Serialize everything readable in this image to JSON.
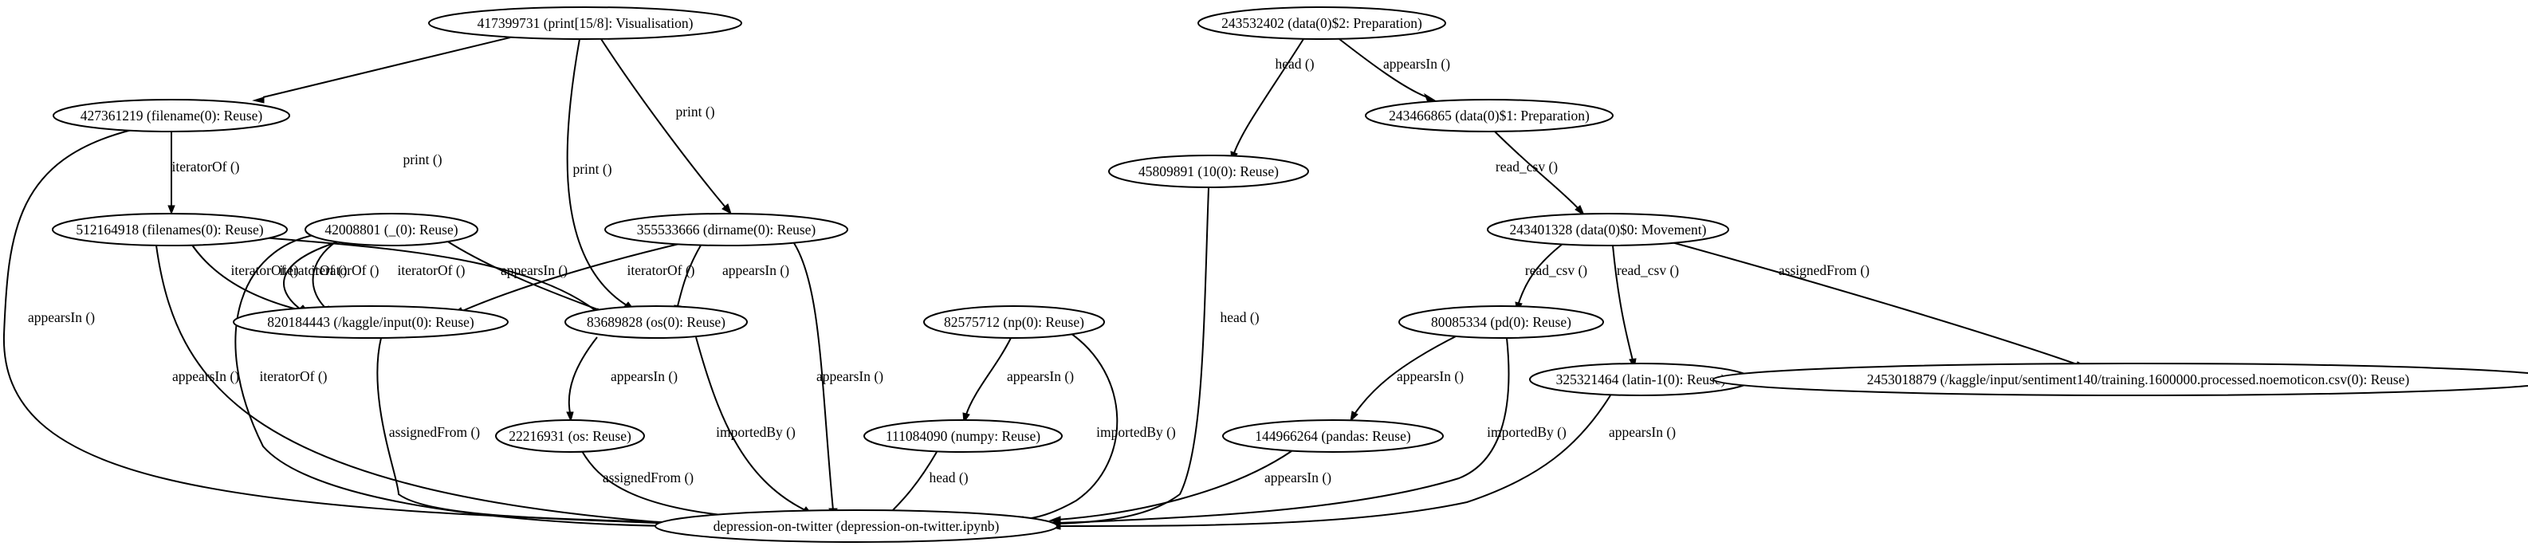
{
  "colors": {
    "background": "#ffffff",
    "stroke": "#000000",
    "text": "#000000"
  },
  "graph": {
    "nodes": {
      "n417399731": "417399731 (print[15/8]: Visualisation)",
      "n427361219": "427361219 (filename(0): Reuse)",
      "n512164918": "512164918 (filenames(0): Reuse)",
      "n42008801": "42008801 (_(0): Reuse)",
      "n355533666": "355533666 (dirname(0): Reuse)",
      "n820184443": "820184443 (/kaggle/input(0): Reuse)",
      "n83689828": "83689828 (os(0): Reuse)",
      "n22216931": "22216931 (os: Reuse)",
      "n82575712": "82575712 (np(0): Reuse)",
      "n111084090": "111084090 (numpy: Reuse)",
      "n243532402": "243532402 (data(0)$2: Preparation)",
      "n45809891": "45809891 (10(0): Reuse)",
      "n243466865": "243466865 (data(0)$1: Preparation)",
      "n243401328": "243401328 (data(0)$0: Movement)",
      "n80085334": "80085334 (pd(0): Reuse)",
      "n144966264": "144966264 (pandas: Reuse)",
      "n325321464": "325321464 (latin-1(0): Reuse)",
      "n2453018879": "2453018879 (/kaggle/input/sentiment140/training.1600000.processed.noemoticon.csv(0): Reuse)",
      "ndepression": "depression-on-twitter (depression-on-twitter.ipynb)"
    },
    "edges": [
      {
        "from": "n417399731",
        "to": "n427361219",
        "label": "print ()"
      },
      {
        "from": "n417399731",
        "to": "n83689828",
        "label": "print ()"
      },
      {
        "from": "n417399731",
        "to": "n355533666",
        "label": "print ()"
      },
      {
        "from": "n427361219",
        "to": "n512164918",
        "label": "iteratorOf ()"
      },
      {
        "from": "n427361219",
        "to": "ndepression",
        "label": "appearsIn ()"
      },
      {
        "from": "n512164918",
        "to": "n820184443",
        "label": "iteratorOf ()"
      },
      {
        "from": "n512164918",
        "to": "n83689828",
        "label": "iteratorOf ()"
      },
      {
        "from": "n512164918",
        "to": "ndepression",
        "label": "appearsIn ()"
      },
      {
        "from": "n42008801",
        "to": "n820184443",
        "label": "iteratorOf ()"
      },
      {
        "from": "n42008801",
        "to": "n83689828",
        "label": "iteratorOf ()"
      },
      {
        "from": "n42008801",
        "to": "ndepression",
        "label": "appearsIn ()"
      },
      {
        "from": "n355533666",
        "to": "n820184443",
        "label": "iteratorOf ()"
      },
      {
        "from": "n355533666",
        "to": "n83689828",
        "label": "iteratorOf ()"
      },
      {
        "from": "n355533666",
        "to": "ndepression",
        "label": "appearsIn ()"
      },
      {
        "from": "n820184443",
        "to": "ndepression",
        "label": "appearsIn ()"
      },
      {
        "from": "n83689828",
        "to": "n22216931",
        "label": "assignedFrom ()"
      },
      {
        "from": "n83689828",
        "to": "ndepression",
        "label": "appearsIn ()"
      },
      {
        "from": "n22216931",
        "to": "ndepression",
        "label": "importedBy ()"
      },
      {
        "from": "n82575712",
        "to": "n111084090",
        "label": "assignedFrom ()"
      },
      {
        "from": "n82575712",
        "to": "ndepression",
        "label": "appearsIn ()"
      },
      {
        "from": "n111084090",
        "to": "ndepression",
        "label": "importedBy ()"
      },
      {
        "from": "n243532402",
        "to": "n45809891",
        "label": "head ()"
      },
      {
        "from": "n243532402",
        "to": "n243466865",
        "label": "head ()"
      },
      {
        "from": "n45809891",
        "to": "ndepression",
        "label": "appearsIn ()"
      },
      {
        "from": "n243466865",
        "to": "n243401328",
        "label": "head ()"
      },
      {
        "from": "n243401328",
        "to": "n80085334",
        "label": "read_csv ()"
      },
      {
        "from": "n243401328",
        "to": "n325321464",
        "label": "read_csv ()"
      },
      {
        "from": "n243401328",
        "to": "n2453018879",
        "label": "read_csv ()"
      },
      {
        "from": "n80085334",
        "to": "n144966264",
        "label": "assignedFrom ()"
      },
      {
        "from": "n80085334",
        "to": "ndepression",
        "label": "appearsIn ()"
      },
      {
        "from": "n144966264",
        "to": "ndepression",
        "label": "importedBy ()"
      },
      {
        "from": "n325321464",
        "to": "ndepression",
        "label": "appearsIn ()"
      },
      {
        "from": "n2453018879",
        "to": "ndepression",
        "label": "appearsIn ()"
      }
    ]
  }
}
